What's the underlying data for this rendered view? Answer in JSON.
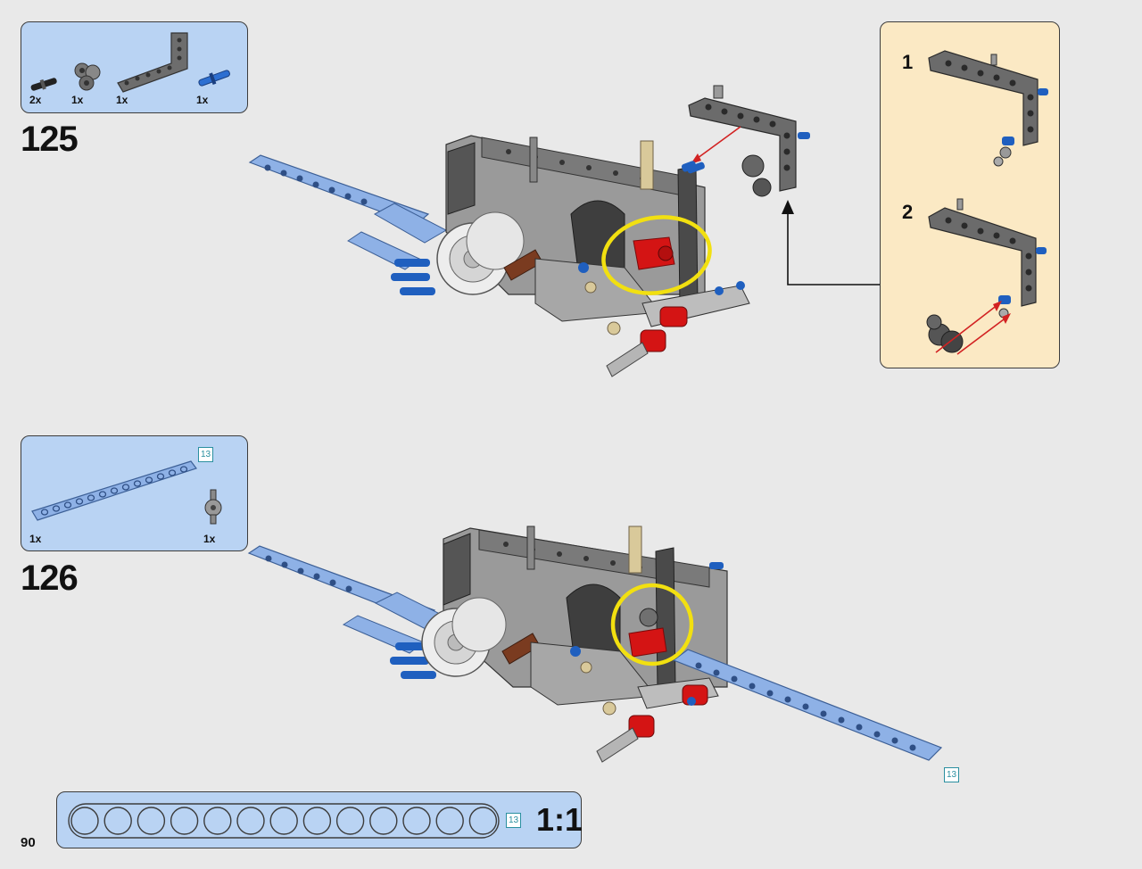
{
  "page_number": "90",
  "steps": [
    {
      "number": "125",
      "parts": [
        {
          "qty": "2x",
          "icon": "black-connector-pin"
        },
        {
          "qty": "1x",
          "icon": "gray-triple-connector"
        },
        {
          "qty": "1x",
          "icon": "gray-l-beam"
        },
        {
          "qty": "1x",
          "icon": "blue-axle-pin"
        }
      ],
      "callout": {
        "sub_steps": [
          "1",
          "2"
        ]
      }
    },
    {
      "number": "126",
      "parts": [
        {
          "qty": "1x",
          "icon": "blue-beam-13"
        },
        {
          "qty": "1x",
          "icon": "gray-pin-connector"
        }
      ],
      "part_length_tag": "13",
      "model_length_tag": "13"
    }
  ],
  "scale_ruler": {
    "length_tag": "13",
    "label": "1:1",
    "hole_count": 13
  },
  "colors": {
    "parts_box": "#b9d3f3",
    "callout_box": "#fbe9c4",
    "highlight_circle": "#f2e010",
    "arrow_red": "#d22222",
    "beam_blue": "#8eb1e6",
    "part_gray": "#6b6b6b"
  }
}
